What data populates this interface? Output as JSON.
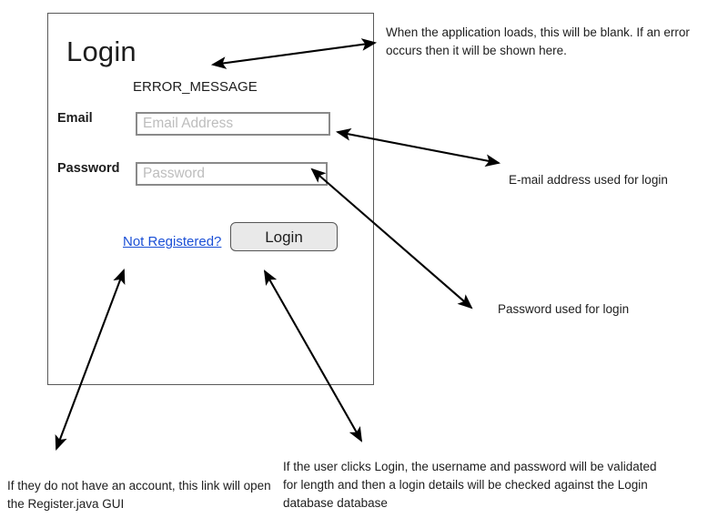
{
  "panel": {
    "title": "Login",
    "error_message": "ERROR_MESSAGE",
    "fields": {
      "email": {
        "label": "Email",
        "placeholder": "Email Address",
        "value": ""
      },
      "password": {
        "label": "Password",
        "placeholder": "Password",
        "value": ""
      }
    },
    "register_link": "Not Registered?",
    "login_button": "Login"
  },
  "annotations": {
    "error": "When the application loads, this will be blank. If an error occurs then it will be shown here.",
    "email": "E-mail address used for login",
    "password": "Password used for login",
    "register": "If they do not have an account, this link will open the Register.java GUI",
    "login": "If the user clicks Login, the username and password will be validated for length and then a login details will be checked against the Login database database"
  },
  "colors": {
    "link": "#1a4fd6",
    "placeholder": "#bdbdbd",
    "field_border": "#8a8a8a",
    "panel_border": "#595959",
    "button_face": "#e9e9e9",
    "button_border": "#555555",
    "text": "#1d1d1d",
    "arrow": "#000000",
    "background": "#ffffff"
  }
}
